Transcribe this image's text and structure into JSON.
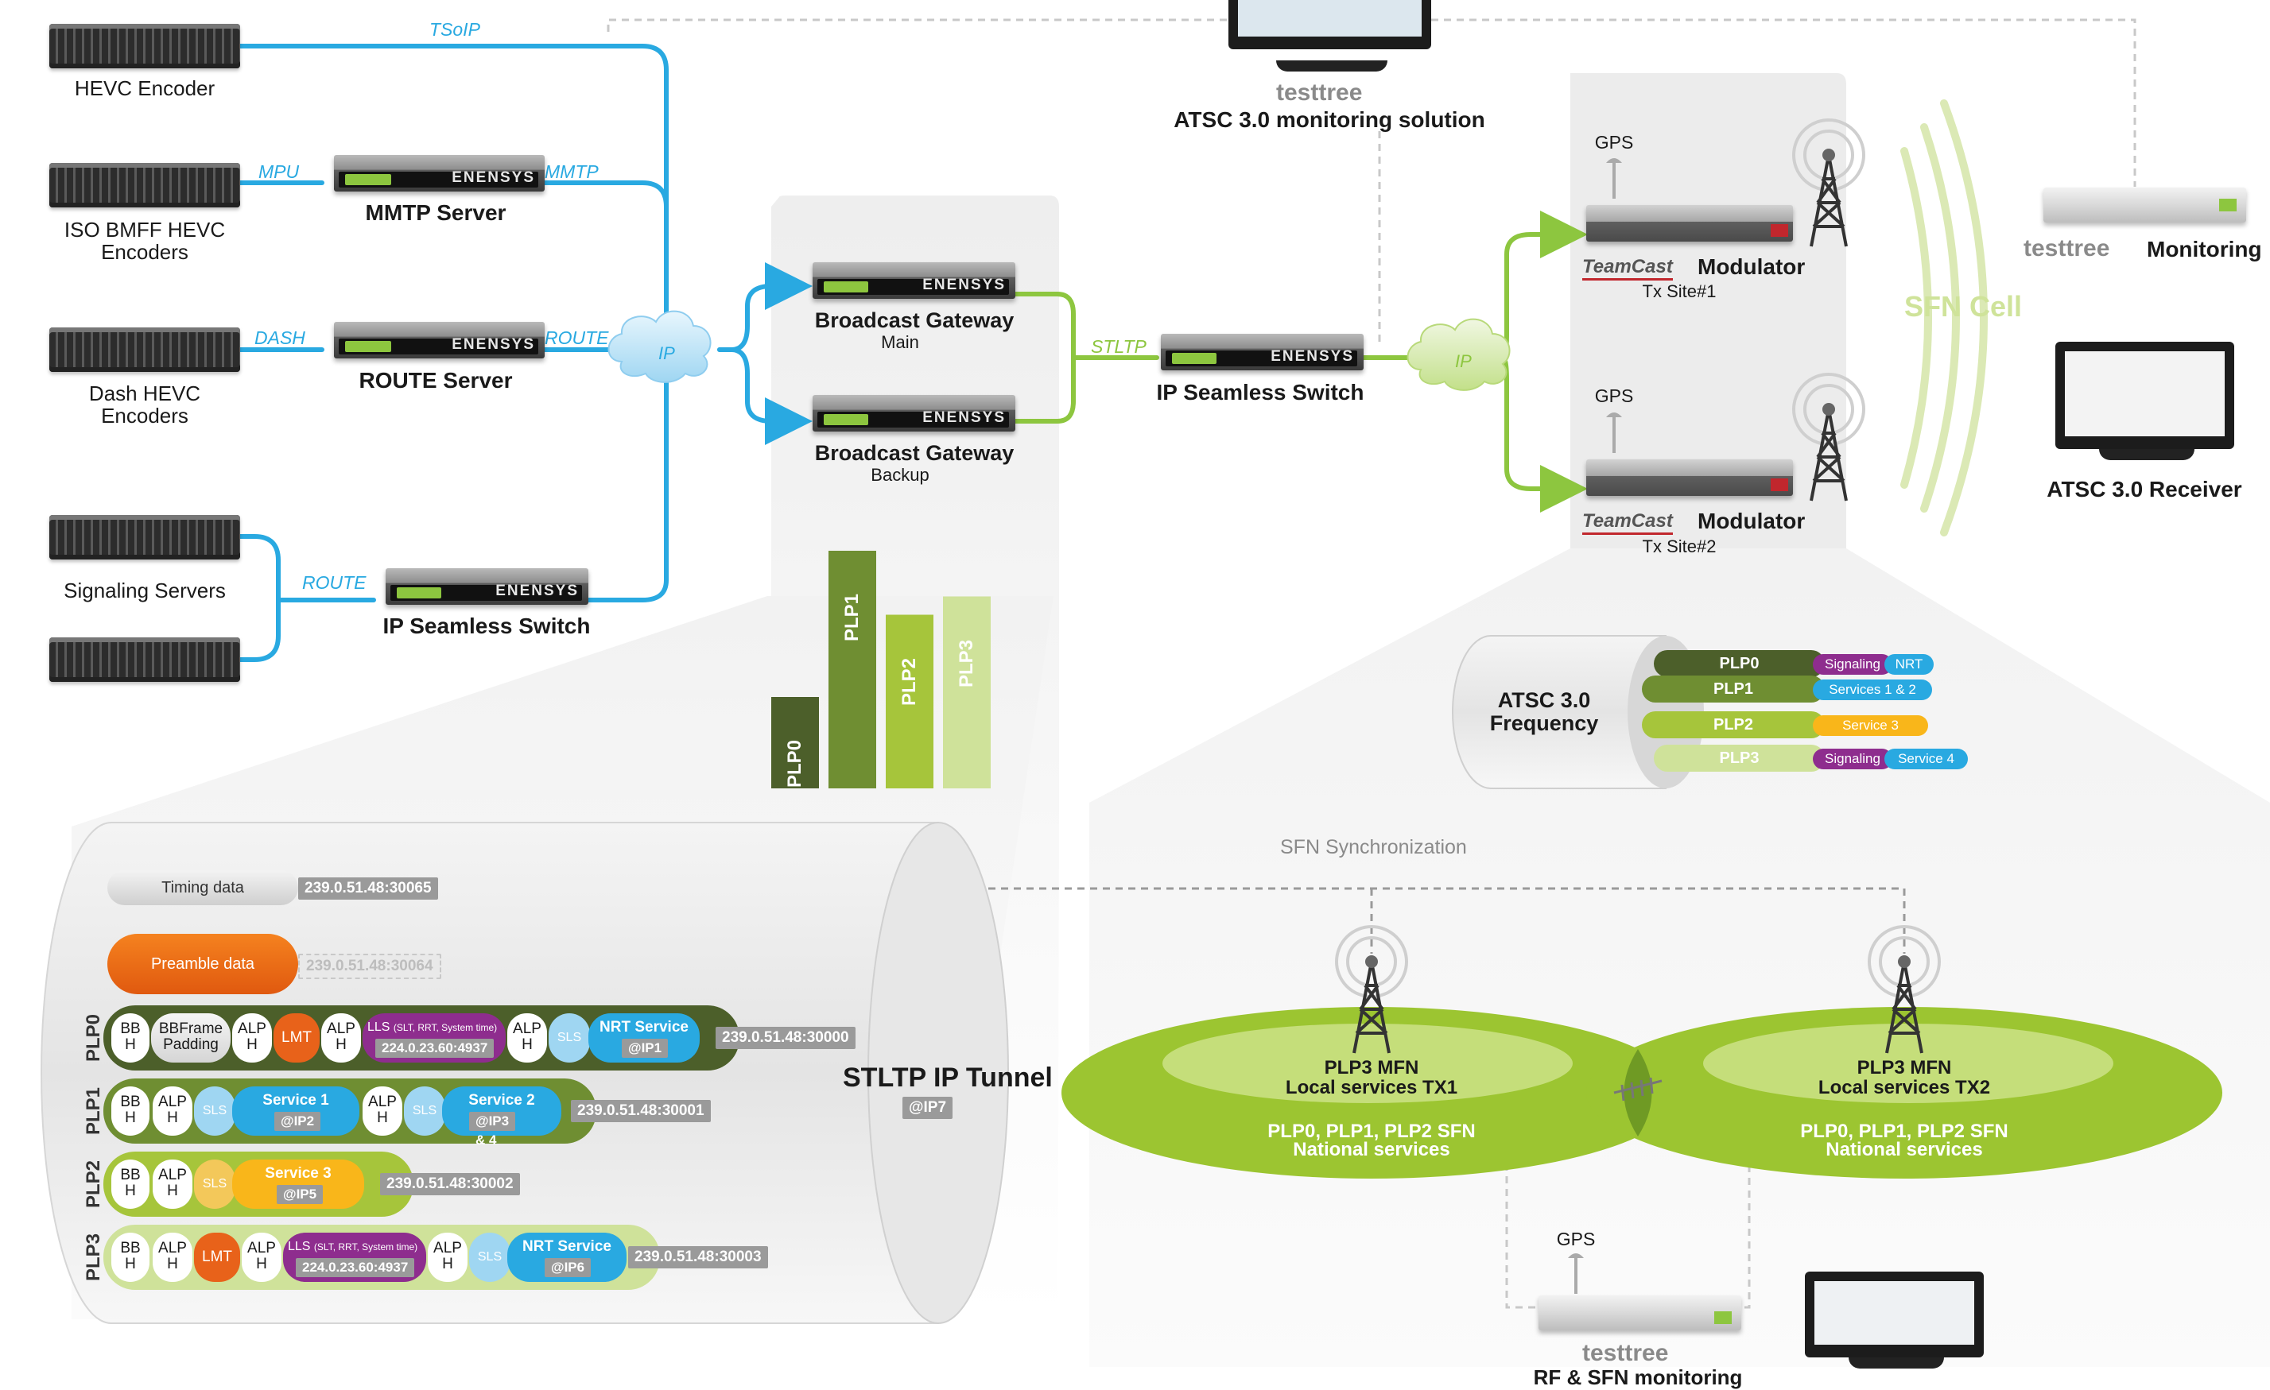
{
  "sources": {
    "hevc_encoder": "HEVC Encoder",
    "iso_bmff_1": "ISO BMFF HEVC",
    "iso_bmff_2": "Encoders",
    "dash_1": "Dash HEVC",
    "dash_2": "Encoders",
    "signaling": "Signaling Servers"
  },
  "protocols": {
    "tsoip": "TSoIP",
    "mpu": "MPU",
    "mmtp": "MMTP",
    "dash": "DASH",
    "route": "ROUTE",
    "route2": "ROUTE",
    "ip1": "IP",
    "stltp": "STLTP",
    "ip2": "IP"
  },
  "devices": {
    "brand": "ENENSYS",
    "mmtp_server": "MMTP Server",
    "route_server": "ROUTE Server",
    "ip_switch_1": "IP Seamless Switch",
    "bg_main_title": "Broadcast Gateway",
    "bg_main_sub": "Main",
    "bg_backup_title": "Broadcast Gateway",
    "bg_backup_sub": "Backup",
    "ip_switch_2": "IP Seamless Switch",
    "gps1": "GPS",
    "teamcast1": "TeamCast",
    "modulator1": "Modulator",
    "tx1": "Tx Site#1",
    "gps2": "GPS",
    "teamcast2": "TeamCast",
    "modulator2": "Modulator",
    "tx2": "Tx Site#2",
    "sfn_cell": "SFN Cell",
    "tt_monitor_brand": "testtree",
    "tt_monitor_label": "Monitoring",
    "receiver": "ATSC 3.0 Receiver",
    "top_brand": "testtree",
    "top_monitoring": "ATSC 3.0 monitoring solution",
    "rf_brand": "testtree",
    "rf_monitoring": "RF & SFN monitoring",
    "gps3": "GPS"
  },
  "plp_bars": {
    "labels": [
      "PLP0",
      "PLP1",
      "PLP2",
      "PLP3"
    ],
    "values": [
      1,
      2.6,
      1.9,
      2.1
    ],
    "colors": [
      "#4c5f2a",
      "#6f8e32",
      "#a6c53b",
      "#cfe29a"
    ]
  },
  "frequency": {
    "title1": "ATSC 3.0",
    "title2": "Frequency",
    "plp0": "PLP0",
    "plp0_a": "Signaling",
    "plp0_b": "NRT",
    "plp1": "PLP1",
    "plp1_a": "Services 1 & 2",
    "plp2": "PLP2",
    "plp2_a": "Service 3",
    "plp3": "PLP3",
    "plp3_a": "Signaling",
    "plp3_b": "Service 4"
  },
  "tunnel": {
    "title": "STLTP IP Tunnel",
    "ip": "@IP7",
    "timing": "Timing data",
    "timing_addr": "239.0.51.48:30065",
    "preamble": "Preamble data",
    "preamble_addr": "239.0.51.48:30064",
    "plp0": "PLP0",
    "plp1": "PLP1",
    "plp2": "PLP2",
    "plp3": "PLP3",
    "bb": "BB",
    "h": "H",
    "alp": "ALP",
    "bbframe1": "BBFrame",
    "bbframe2": "Padding",
    "lmt": "LMT",
    "lls": "LLS",
    "lls_detail": "(SLT, RRT, System time)",
    "lls_addr": "224.0.23.60:4937",
    "sls": "SLS",
    "nrt_service": "NRT Service",
    "ip1": "@IP1",
    "addr0": "239.0.51.48:30000",
    "service1": "Service 1",
    "ip2": "@IP2",
    "service2": "Service 2",
    "ip34": "@IP3 & 4",
    "addr1": "239.0.51.48:30001",
    "service3": "Service 3",
    "ip5": "@IP5",
    "addr2": "239.0.51.48:30002",
    "ip6": "@IP6",
    "addr3": "239.0.51.48:30003"
  },
  "sfn": {
    "sync": "SFN Synchronization",
    "left1": "PLP3 MFN",
    "left2": "Local services TX1",
    "left3": "PLP0, PLP1, PLP2 SFN",
    "left4": "National services",
    "right1": "PLP3 MFN",
    "right2": "Local services TX2",
    "right3": "PLP0, PLP1, PLP2 SFN",
    "right4": "National services"
  }
}
